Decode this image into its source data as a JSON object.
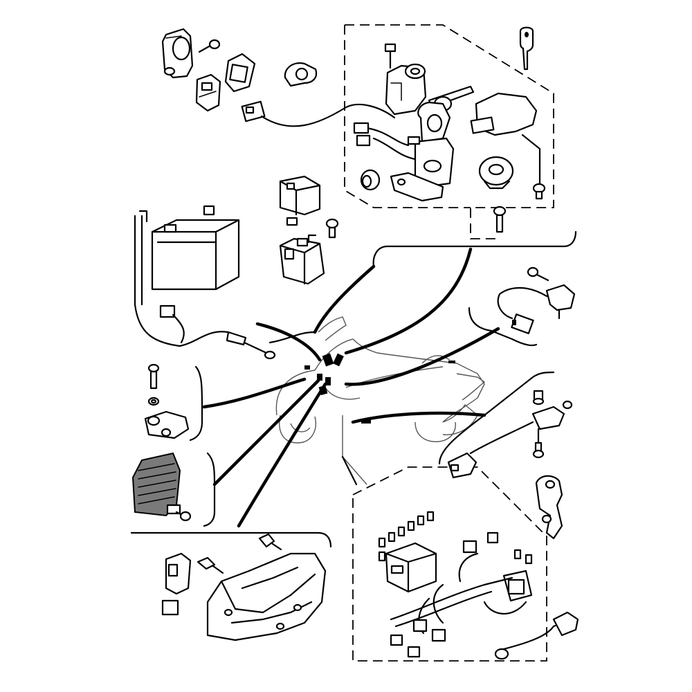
{
  "diagram": {
    "style": "exploded parts line drawing",
    "colors": {
      "line": "#000000",
      "background": "#ffffff",
      "rectifier_fins": "#7a7a7a"
    },
    "callouts": [
      {
        "id": "ignition-group",
        "type": "dashed-box"
      },
      {
        "id": "battery-group",
        "type": "leader"
      },
      {
        "id": "sensor-right-upper",
        "type": "bracket"
      },
      {
        "id": "relay-sensor-left",
        "type": "bracket"
      },
      {
        "id": "sensor-right-lower",
        "type": "bracket"
      },
      {
        "id": "rectifier",
        "type": "bracket"
      },
      {
        "id": "ecu-bracket",
        "type": "bracket"
      },
      {
        "id": "fuse-box-harness",
        "type": "dashed-box"
      }
    ]
  }
}
